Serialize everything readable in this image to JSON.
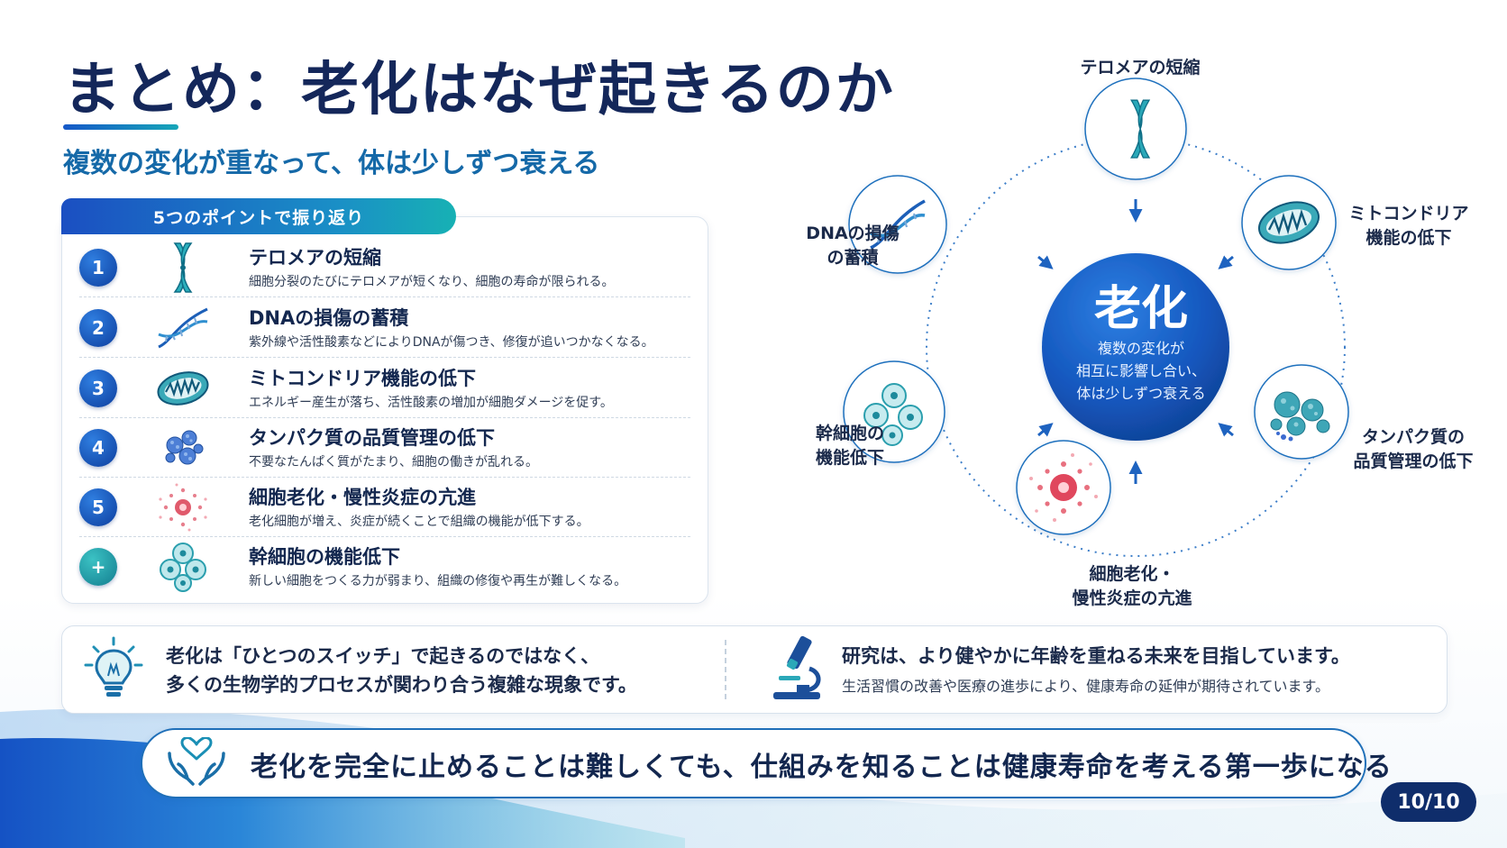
{
  "title": "まとめ：老化はなぜ起きるのか",
  "subtitle": "複数の変化が重なって、体は少しずつ衰える",
  "list": {
    "header": "5つのポイントで振り返り",
    "items": [
      {
        "num": "1",
        "icon": "chromosome-icon",
        "title": "テロメアの短縮",
        "desc": "細胞分裂のたびにテロメアが短くなり、細胞の寿命が限られる。"
      },
      {
        "num": "2",
        "icon": "dna-icon",
        "title": "DNAの損傷の蓄積",
        "desc": "紫外線や活性酸素などによりDNAが傷つき、修復が追いつかなくなる。"
      },
      {
        "num": "3",
        "icon": "mitochondria-icon",
        "title": "ミトコンドリア機能の低下",
        "desc": "エネルギー産生が落ち、活性酸素の増加が細胞ダメージを促す。"
      },
      {
        "num": "4",
        "icon": "protein-cluster-icon",
        "title": "タンパク質の品質管理の低下",
        "desc": "不要なたんぱく質がたまり、細胞の働きが乱れる。"
      },
      {
        "num": "5",
        "icon": "senescent-cell-icon",
        "title": "細胞老化・慢性炎症の亢進",
        "desc": "老化細胞が増え、炎症が続くことで組織の機能が低下する。"
      },
      {
        "num": "+",
        "icon": "stem-cells-icon",
        "title": "幹細胞の機能低下",
        "desc": "新しい細胞をつくる力が弱まり、組織の修復や再生が難しくなる。"
      }
    ]
  },
  "diagram": {
    "center_title": "老化",
    "center_lines": [
      "複数の変化が",
      "相互に影響し合い、",
      "体は少しずつ衰える"
    ],
    "nodes": {
      "telomere": [
        "テロメアの短縮"
      ],
      "mito": [
        "ミトコンドリア",
        "機能の低下"
      ],
      "protein": [
        "タンパク質の",
        "品質管理の低下"
      ],
      "senescence": [
        "細胞老化・",
        "慢性炎症の亢進"
      ],
      "stem": [
        "幹細胞の",
        "機能低下"
      ],
      "dna": [
        "DNAの損傷",
        "の蓄積"
      ]
    }
  },
  "info": {
    "left": [
      "老化は「ひとつのスイッチ」で起きるのではなく、",
      "多くの生物学的プロセスが関わり合う複雑な現象です。"
    ],
    "right_title": "研究は、より健やかに年齢を重ねる未来を目指しています。",
    "right_desc": "生活習慣の改善や医療の進歩により、健康寿命の延伸が期待されています。"
  },
  "banner": "老化を完全に止めることは難しくても、仕組みを知ることは健康寿命を考える第一歩になる",
  "page": "10/10",
  "colors": {
    "navy": "#14275a",
    "blue": "#1658c8",
    "teal": "#17a6b8",
    "red": "#e0314a"
  }
}
